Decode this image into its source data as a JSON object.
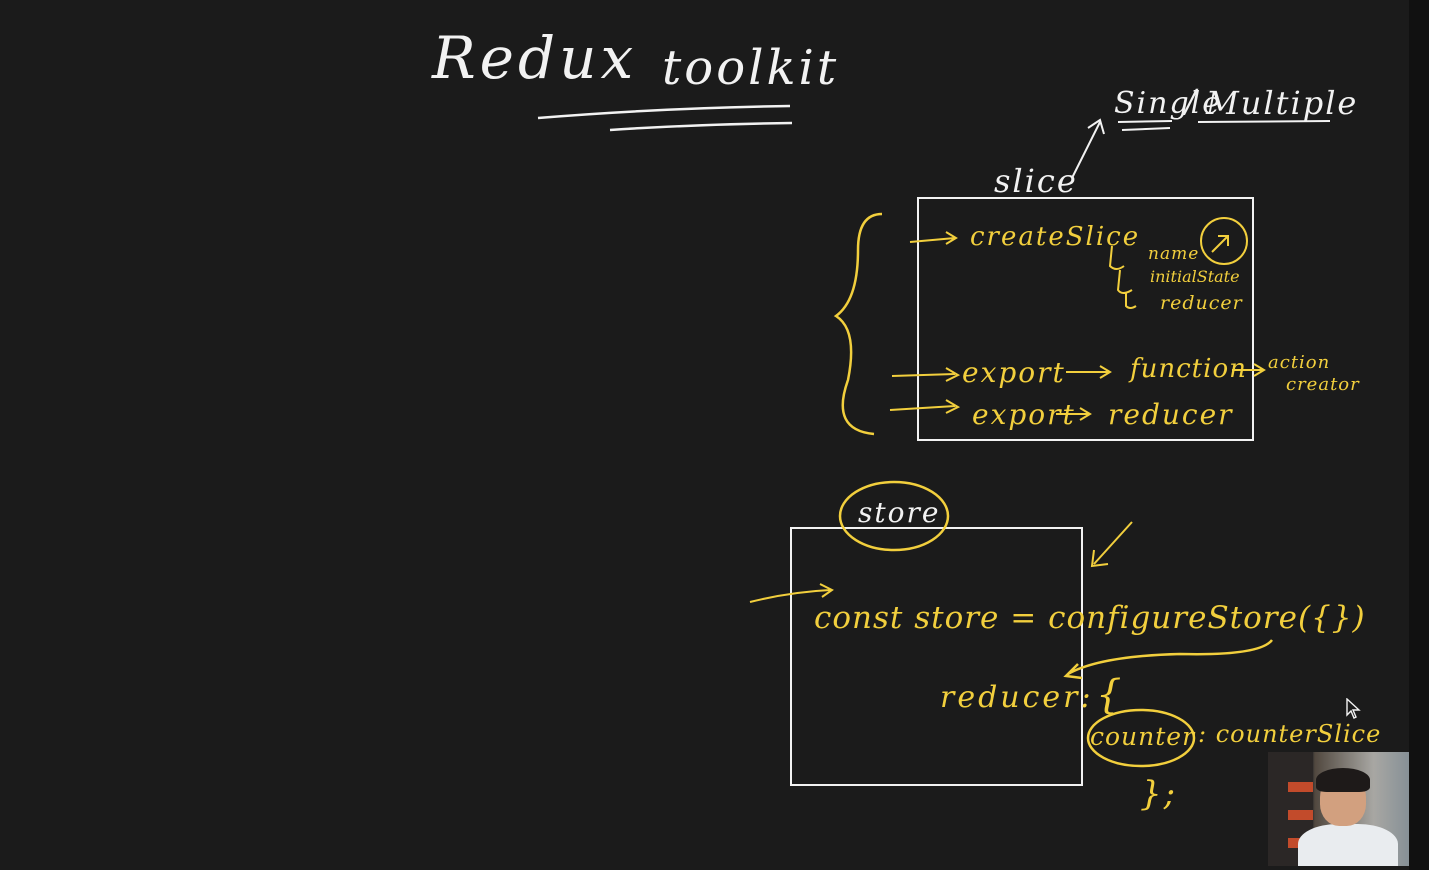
{
  "title": {
    "word1": "Redux",
    "word2": "toolkit"
  },
  "slice": {
    "label": "slice",
    "branch": {
      "single": "Single",
      "multiple": "Multiple"
    },
    "create_slice": "createSlice",
    "options": [
      "name",
      "initialState",
      "reducer"
    ],
    "export_1": {
      "left": "export",
      "middle": "function",
      "right_line1": "action",
      "right_line2": "creator"
    },
    "export_2": {
      "left": "export",
      "right": "reducer"
    }
  },
  "store": {
    "label": "store",
    "code_line": "const store = configureStore({})",
    "reducer_key": "reducer:",
    "open_brace": "{",
    "counter_key": "counter",
    "counter_value": ": counterSlice",
    "close_brace": "};"
  },
  "colors": {
    "background": "#1b1b1b",
    "chalk_white": "#f2f2f2",
    "chalk_yellow": "#f2cf3d"
  },
  "icons": [
    "cursor-arrow-icon",
    "webcam-feed"
  ]
}
